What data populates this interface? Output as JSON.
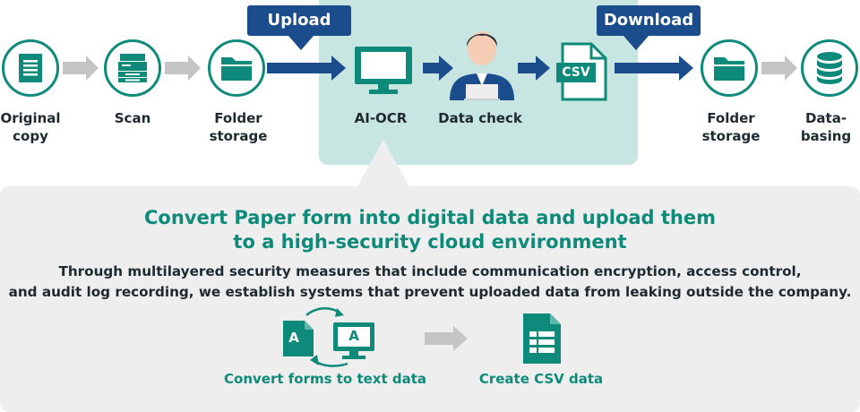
{
  "flow": {
    "steps": [
      {
        "label_line1": "Original",
        "label_line2": "copy",
        "icon": "document-icon"
      },
      {
        "label_line1": "Scan",
        "label_line2": "",
        "icon": "scanner-icon"
      },
      {
        "label_line1": "Folder",
        "label_line2": "storage",
        "icon": "folder-icon"
      },
      {
        "label_line1": "AI-OCR",
        "label_line2": "",
        "icon": "monitor-icon"
      },
      {
        "label_line1": "Data check",
        "label_line2": "",
        "icon": "person-icon"
      },
      {
        "label_line1": "Folder",
        "label_line2": "storage",
        "icon": "folder-icon"
      },
      {
        "label_line1": "Data-",
        "label_line2": "basing",
        "icon": "database-icon"
      }
    ],
    "upload_label": "Upload",
    "download_label": "Download",
    "csv_badge": "CSV"
  },
  "detail": {
    "headline_line1": "Convert Paper form into digital data and upload them",
    "headline_line2": "to a high-security cloud environment",
    "body_line1": "Through multilayered security measures that include communication encryption, access control,",
    "body_line2": "and audit log recording, we establish systems that prevent uploaded data from leaking outside the company.",
    "convert_label": "Convert forms to text data",
    "csv_label": "Create CSV data",
    "glyph_letter": "A"
  },
  "colors": {
    "teal": "#0e8a7a",
    "navy": "#1b4c8c",
    "gray_arrow": "#c4c4c4",
    "cloud_bg": "#c7e6e1"
  }
}
